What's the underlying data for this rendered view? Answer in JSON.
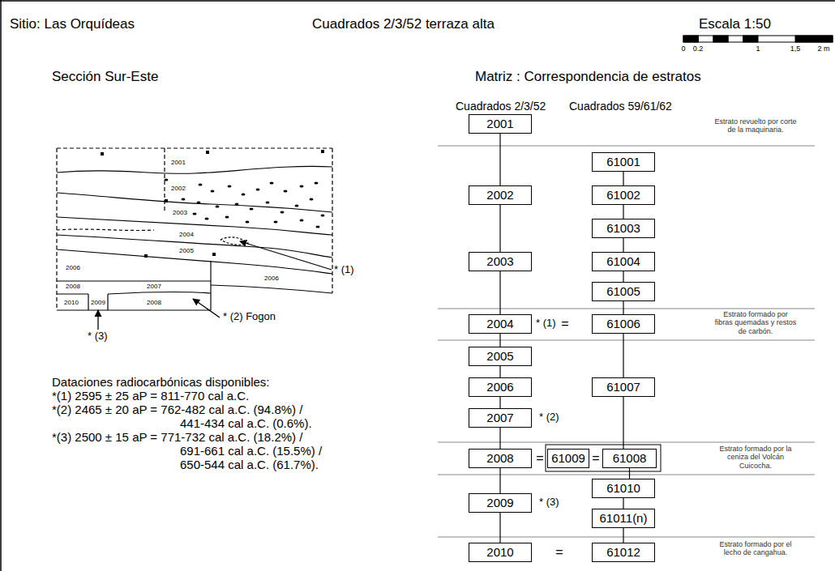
{
  "diagram": {
    "nodes": [
      {
        "text": [
          "2001"
        ]
      },
      {
        "text": [
          "61001"
        ]
      },
      {
        "text": [
          "2002"
        ]
      },
      {
        "text": [
          "61002"
        ]
      },
      {
        "text": [
          "61003"
        ]
      },
      {
        "text": [
          "2003"
        ]
      },
      {
        "text": [
          "61004"
        ]
      },
      {
        "text": [
          "61005"
        ]
      },
      {
        "text": [
          "2004"
        ]
      },
      {
        "text": [
          "61006"
        ]
      },
      {
        "text": [
          "2005"
        ]
      },
      {
        "text": [
          "2006"
        ]
      },
      {
        "text": [
          "61007"
        ]
      },
      {
        "text": [
          "2007"
        ]
      },
      {
        "text": [
          "2008"
        ]
      },
      {
        "text": [
          "61009"
        ]
      },
      {
        "text": [
          "61008"
        ]
      },
      {
        "text": [
          "61010"
        ]
      },
      {
        "text": [
          "2009"
        ]
      },
      {
        "text": [
          "61011(n)"
        ]
      },
      {
        "text": [
          "2010"
        ]
      },
      {
        "text": [
          "61012"
        ]
      }
    ],
    "edges": [
      {
        "from": 0,
        "to": 2,
        "arrow": "none"
      },
      {
        "from": 2,
        "to": 5,
        "arrow": "none"
      },
      {
        "from": 5,
        "to": 8,
        "arrow": "none"
      },
      {
        "from": 8,
        "to": 10,
        "arrow": "none"
      },
      {
        "from": 10,
        "to": 11,
        "arrow": "none"
      },
      {
        "from": 11,
        "to": 13,
        "arrow": "none"
      },
      {
        "from": 13,
        "to": 14,
        "arrow": "none"
      },
      {
        "from": 14,
        "to": 18,
        "arrow": "none"
      },
      {
        "from": 18,
        "to": 20,
        "arrow": "none"
      },
      {
        "from": 1,
        "to": 3,
        "arrow": "none"
      },
      {
        "from": 3,
        "to": 4,
        "arrow": "none"
      },
      {
        "from": 4,
        "to": 6,
        "arrow": "none"
      },
      {
        "from": 6,
        "to": 7,
        "arrow": "none"
      },
      {
        "from": 7,
        "to": 9,
        "arrow": "none"
      },
      {
        "from": 9,
        "to": 12,
        "arrow": "none"
      },
      {
        "from": 12,
        "to": 16,
        "arrow": "none"
      },
      {
        "from": 16,
        "to": 17,
        "arrow": "none"
      },
      {
        "from": 17,
        "to": 19,
        "arrow": "none"
      },
      {
        "from": 19,
        "to": 21,
        "arrow": "none"
      }
    ],
    "labels": [
      "Sitio: Las Orquídeas",
      "Cuadrados 2/3/52 terraza alta",
      "Escala 1:50",
      "0",
      "0.2",
      "1",
      "1,5",
      "2 m",
      "Sección Sur-Este",
      "2001",
      "2002",
      "2003",
      "2004",
      "2005",
      "2006",
      "2006",
      "2008",
      "2007",
      "2008",
      "2010",
      "2009",
      "* (1)",
      "* (2) Fogon",
      "* (3)",
      "Dataciones radiocarbónicas disponibles:",
      "*(1) 2595 ± 25 aP = 811-770 cal a.C.",
      "*(2) 2465 ± 20 aP = 762-482 cal a.C. (94.8%) /",
      "441-434 cal a.C. (0.6%).",
      "*(3) 2500 ± 15 aP = 771-732 cal a.C. (18.2%) /",
      "691-661 cal a.C. (15.5%) /",
      "650-544 cal a.C. (61.7%).",
      "Matriz : Correspondencia de estratos",
      "Cuadrados 2/3/52",
      "Cuadrados 59/61/62",
      "Estrato revuelto por corte de la maquinaria.",
      "* (1)",
      "=",
      "Estrato formado por fibras quemadas y restos de carbón.",
      "* (2)",
      "=",
      "=",
      "Estrato formado por la ceniza del Volcán Cuicocha.",
      "* (3)",
      "=",
      "Estrato formado por el lecho de cangahua."
    ]
  }
}
